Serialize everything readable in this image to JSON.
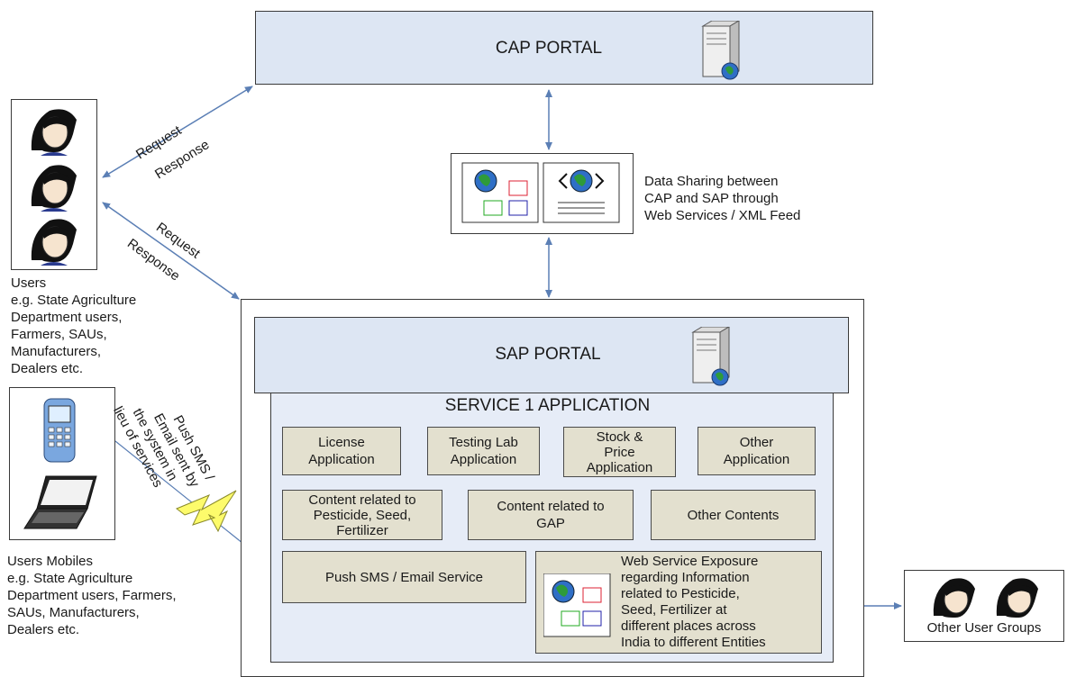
{
  "cap_portal": {
    "title": "CAP PORTAL"
  },
  "data_sharing": {
    "lines": [
      "Data Sharing between",
      "CAP and SAP through",
      "Web Services / XML Feed"
    ]
  },
  "sap_portal": {
    "title": "SAP PORTAL"
  },
  "service_application": {
    "title": "SERVICE 1 APPLICATION",
    "modules": [
      {
        "lines": [
          "License",
          "Application"
        ]
      },
      {
        "lines": [
          "Testing Lab",
          "Application"
        ]
      },
      {
        "lines": [
          "Stock &",
          "Price",
          "Application"
        ]
      },
      {
        "lines": [
          "Other",
          "Application"
        ]
      },
      {
        "lines": [
          "Content related to",
          "Pesticide, Seed,",
          "Fertilizer"
        ]
      },
      {
        "lines": [
          "Content related to",
          "GAP"
        ]
      },
      {
        "lines": [
          "Other Contents"
        ]
      },
      {
        "lines": [
          "Push SMS / Email Service"
        ]
      },
      {
        "lines": [
          "Web Service Exposure",
          "regarding Information",
          "related to Pesticide,",
          "Seed, Fertilizer at",
          "different places across",
          "India to different Entities"
        ]
      }
    ]
  },
  "users": {
    "lines": [
      "Users",
      "e.g. State Agriculture",
      "Department users,",
      "Farmers, SAUs,",
      "Manufacturers,",
      "Dealers etc."
    ]
  },
  "users_mobiles": {
    "lines": [
      "Users Mobiles",
      "e.g. State Agriculture",
      "Department users, Farmers,",
      "SAUs, Manufacturers,",
      "Dealers etc."
    ]
  },
  "other_user_groups": {
    "label": "Other User Groups"
  },
  "connectors": {
    "request_1": "Request",
    "response_1": "Response",
    "request_2": "Request",
    "response_2": "Response",
    "push_lines": [
      "Push SMS /",
      "Email sent by",
      "the system in",
      "lieu of services"
    ]
  },
  "colors": {
    "portal_fill": "#dde6f3",
    "service_fill": "#e6ecf7",
    "module_fill": "#e3e0cf",
    "arrow": "#5b7fb5"
  }
}
